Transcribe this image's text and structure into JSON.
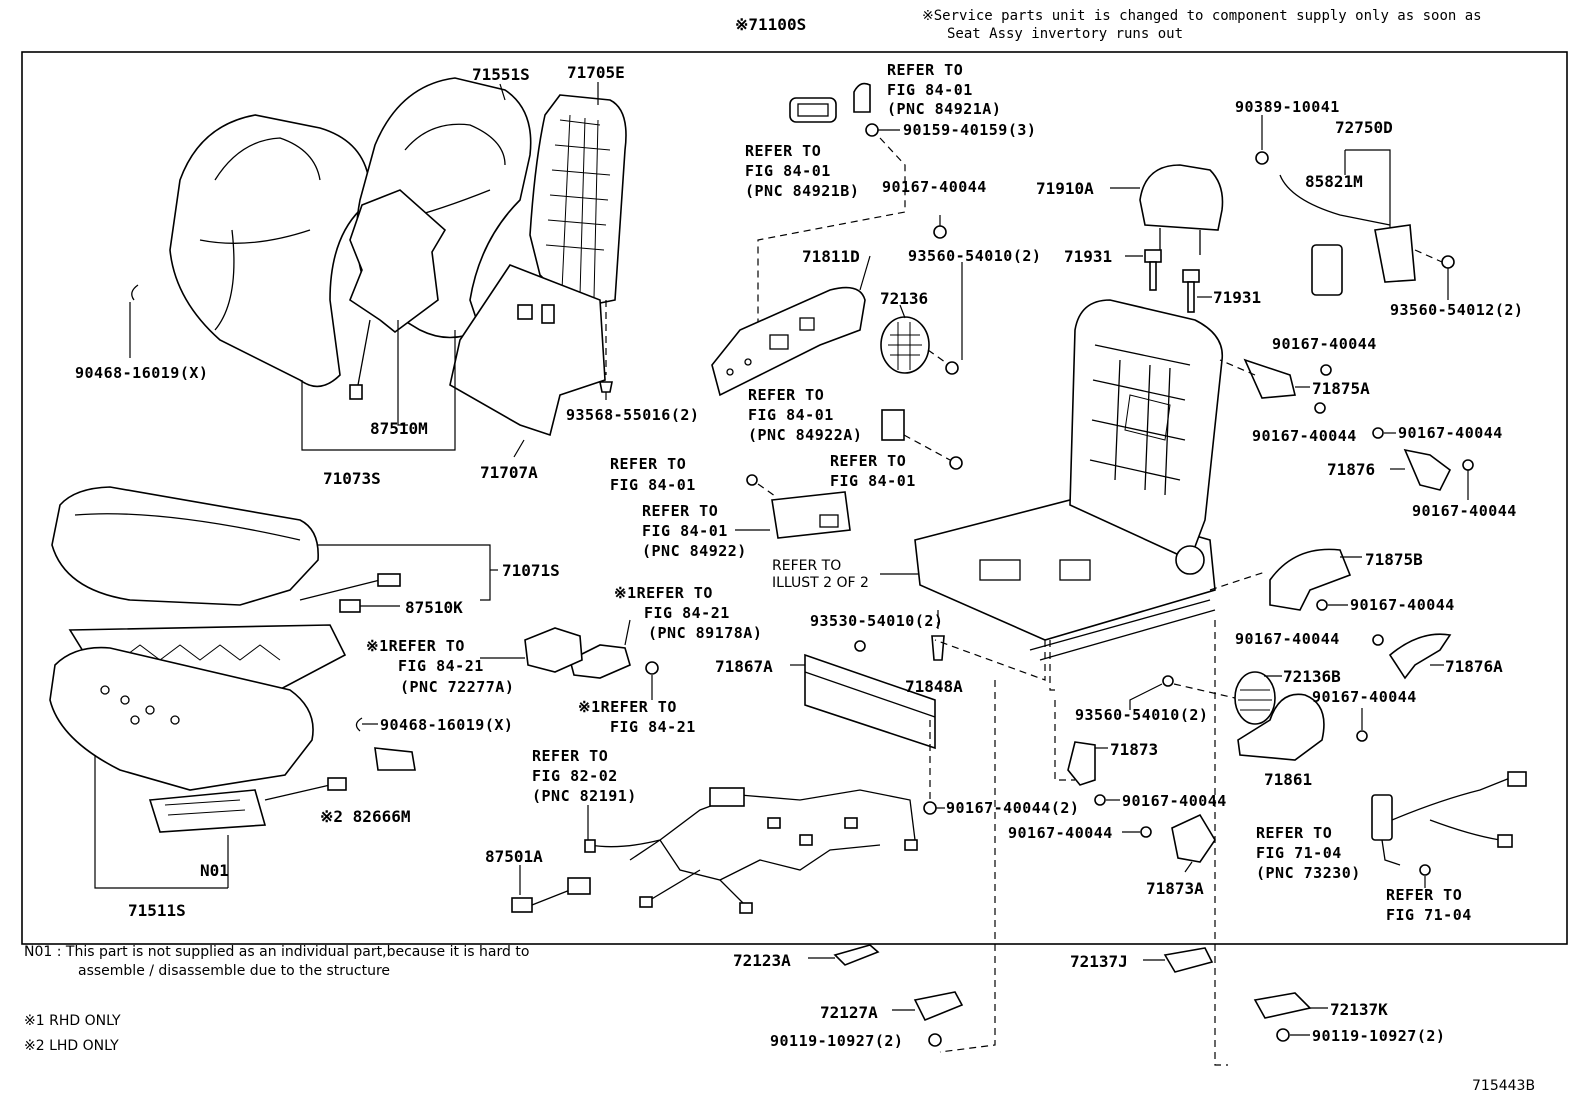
{
  "header": {
    "assembly_number": "※71100S",
    "service_note_line1": "※Service parts unit is changed to component supply only as soon as",
    "service_note_line2": "Seat Assy invertory runs out"
  },
  "callouts": {
    "p71551S": "71551S",
    "p71705E": "71705E",
    "p90468_a": "90468-16019(X)",
    "p87510M": "87510M",
    "p71073S": "71073S",
    "p71707A": "71707A",
    "p93568": "93568-55016(2)",
    "p71071S": "71071S",
    "p87510K": "87510K",
    "p90468_b": "90468-16019(X)",
    "p82666M": "※2 82666M",
    "pN01": "N01",
    "p71511S": "71511S",
    "p87501A": "87501A",
    "p90159": "90159-40159(3)",
    "p90167_top": "90167-40044",
    "p71811D": "71811D",
    "p93560_a": "93560-54010(2)",
    "p72136": "72136",
    "p93530": "93530-54010(2)",
    "p71867A": "71867A",
    "p71848A": "71848A",
    "p90167_2": "90167-40044(2)",
    "p90167_b": "90167-40044",
    "p90167_c": "90167-40044",
    "p71873": "71873",
    "p71873A": "71873A",
    "p72123A": "72123A",
    "p72127A": "72127A",
    "p90119_a": "90119-10927(2)",
    "p72137J": "72137J",
    "p72137K": "72137K",
    "p90119_b": "90119-10927(2)",
    "p71910A": "71910A",
    "p71931_a": "71931",
    "p71931_b": "71931",
    "p90389": "90389-10041",
    "p72750D": "72750D",
    "p85821M": "85821M",
    "p93560_b": "93560-54012(2)",
    "p90167_d": "90167-40044",
    "p71875A": "71875A",
    "p90167_e": "90167-40044",
    "p90167_f": "90167-40044",
    "p71876": "71876",
    "p90167_g": "90167-40044",
    "p71875B": "71875B",
    "p90167_h": "90167-40044",
    "p90167_i": "90167-40044",
    "p71876A": "71876A",
    "p72136B": "72136B",
    "p93560_c": "93560-54010(2)",
    "p90167_j": "90167-40044",
    "p71861": "71861"
  },
  "references": {
    "r1": [
      "REFER TO",
      "FIG 84-01",
      "(PNC 84921A)"
    ],
    "r2": [
      "REFER TO",
      "FIG 84-01",
      "(PNC 84921B)"
    ],
    "r3": [
      "REFER TO",
      "FIG 84-01",
      "(PNC 84922A)"
    ],
    "r4": [
      "REFER TO",
      "FIG 84-01"
    ],
    "r5": [
      "REFER TO",
      "FIG 84-01"
    ],
    "r6": [
      "REFER TO",
      "FIG 84-01",
      "(PNC 84922)"
    ],
    "r7": [
      "REFER TO",
      "ILLUST 2 OF 2"
    ],
    "r8": [
      "※1REFER TO",
      "FIG 84-21",
      "(PNC 89178A)"
    ],
    "r9": [
      "※1REFER TO",
      "FIG 84-21",
      "(PNC 72277A)"
    ],
    "r10": [
      "※1REFER TO",
      "FIG 84-21"
    ],
    "r11": [
      "REFER TO",
      "FIG 82-02",
      "(PNC 82191)"
    ],
    "r12": [
      "REFER TO",
      "FIG 71-04",
      "(PNC 73230)"
    ],
    "r13": [
      "REFER TO",
      "FIG 71-04"
    ]
  },
  "footnotes": {
    "n01_line1": "N01 : This part is not supplied as an individual part,because it is hard to",
    "n01_line2": "assemble / disassemble due to the structure",
    "mark1": "※1  RHD ONLY",
    "mark2": "※2  LHD ONLY"
  },
  "illustration_id": "715443B"
}
